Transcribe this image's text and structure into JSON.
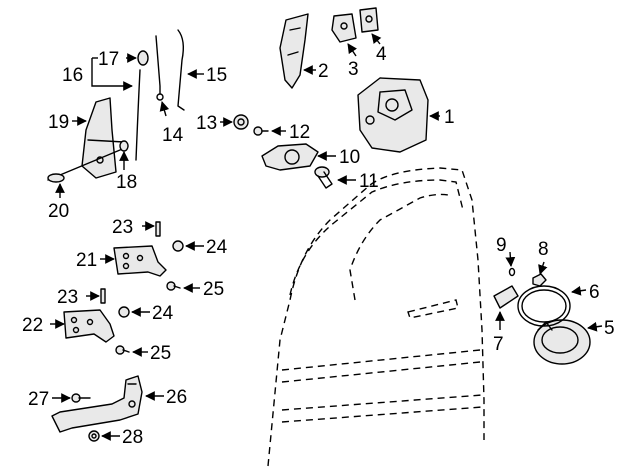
{
  "callouts": {
    "c1": "1",
    "c2": "2",
    "c3": "3",
    "c4": "4",
    "c5": "5",
    "c6": "6",
    "c7": "7",
    "c8": "8",
    "c9": "9",
    "c10": "10",
    "c11": "11",
    "c12": "12",
    "c13": "13",
    "c14": "14",
    "c15": "15",
    "c16": "16",
    "c17": "17",
    "c18": "18",
    "c19": "19",
    "c20": "20",
    "c21": "21",
    "c22": "22",
    "c23a": "23",
    "c23b": "23",
    "c24a": "24",
    "c24b": "24",
    "c25a": "25",
    "c25b": "25",
    "c26": "26",
    "c27": "27",
    "c28": "28"
  }
}
